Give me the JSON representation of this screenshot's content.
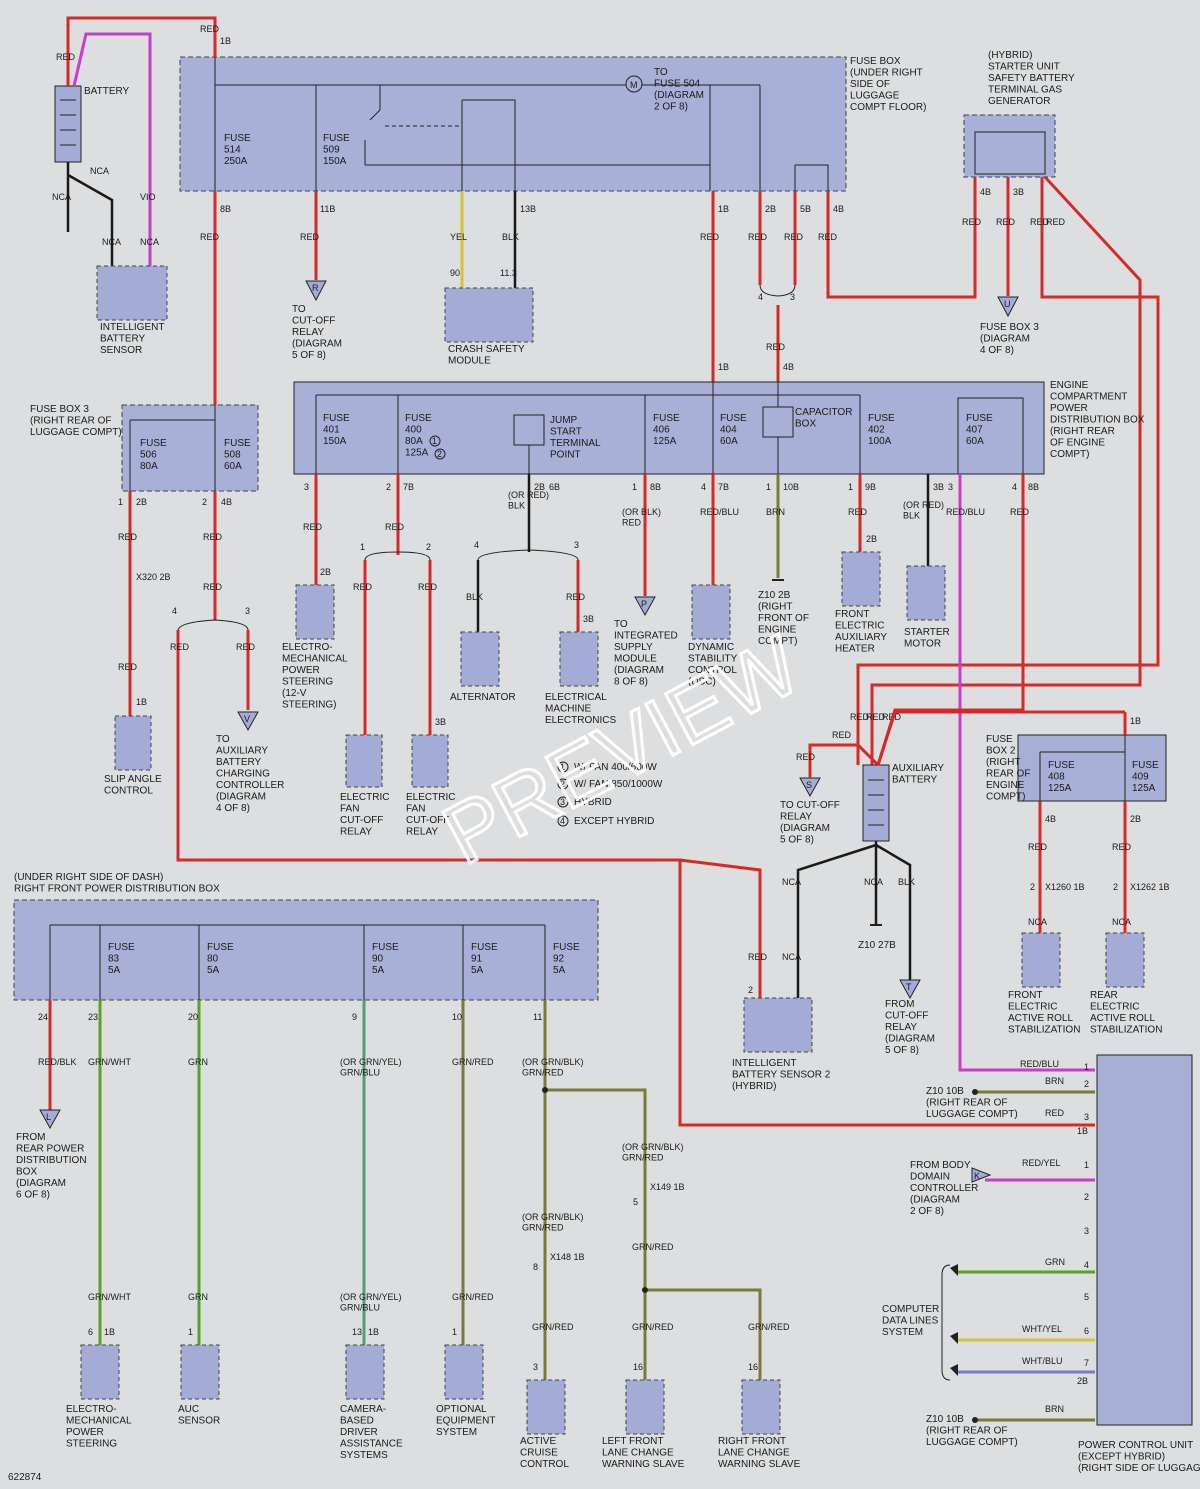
{
  "diagram_id": "622874",
  "watermark": "PREVIEW",
  "colors": {
    "red": "#d62a2a",
    "violet": "#c83ec8",
    "green": "#5aa02a",
    "olive": "#7a7a3a",
    "yellow": "#d4c43a",
    "black": "#1a1a1a",
    "box_fill": "#a4acd6",
    "panel_fill": "#a9b0d8"
  },
  "boxes": {
    "fusebox_main": "FUSE BOX\n(UNDER RIGHT\nSIDE OF\nLUGGAGE\nCOMPT FLOOR)",
    "battery": "BATTERY",
    "ibs": "INTELLIGENT\nBATTERY\nSENSOR",
    "starter_safety": "(HYBRID)\nSTARTER UNIT\nSAFETY BATTERY\nTERMINAL GAS\nGENERATOR",
    "crash": "CRASH SAFETY\nMODULE",
    "fusebox3": "FUSE BOX 3\n(RIGHT REAR OF\nLUGGAGE COMPT)",
    "ecpdb": "ENGINE\nCOMPARTMENT\nPOWER\nDISTRIBUTION BOX\n(RIGHT REAR\nOF ENGINE\nCOMPT)",
    "jump": "JUMP\nSTART\nTERMINAL\nPOINT",
    "capacitor": "CAPACITOR\nBOX",
    "slip": "SLIP ANGLE\nCONTROL",
    "aux_chg": "TO\nAUXILIARY\nBATTERY\nCHARGING\nCONTROLLER\n(DIAGRAM\n4 OF 8)",
    "eps12": "ELECTRO-\nMECHANICAL\nPOWER\nSTEERING\n(12-V\nSTEERING)",
    "fan1": "ELECTRIC\nFAN\nCUT-OFF\nRELAY",
    "fan2": "ELECTRIC\nFAN\nCUT-OFF\nRELAY",
    "alternator": "ALTERNATOR",
    "eme": "ELECTRICAL\nMACHINE\nELECTRONICS",
    "ism": "TO\nINTEGRATED\nSUPPLY\nMODULE\n(DIAGRAM\n8 OF 8)",
    "dsc": "DYNAMIC\nSTABILITY\nCONTROL\n(DSC)",
    "z10_2b": "Z10 2B\n(RIGHT\nFRONT OF\nENGINE\nCOMPT)",
    "heater": "FRONT\nELECTRIC\nAUXILIARY\nHEATER",
    "starter": "STARTER\nMOTOR",
    "fuse504": "TO\nFUSE 504\n(DIAGRAM\n2 OF 8)",
    "cutoff_r": "TO\nCUT-OFF\nRELAY\n(DIAGRAM\n5 OF 8)",
    "fusebox3_u": "FUSE BOX 3\n(DIAGRAM\n4 OF 8)",
    "aux_batt": "AUXILIARY\nBATTERY",
    "cutoff_s": "TO CUT-OFF\nRELAY\n(DIAGRAM\n5 OF 8)",
    "z10_27b": "Z10 27B",
    "from_cutoff": "FROM\nCUT-OFF\nRELAY\n(DIAGRAM\n5 OF 8)",
    "ibs2": "INTELLIGENT\nBATTERY SENSOR 2\n(HYBRID)",
    "fusebox2": "FUSE\nBOX 2\n(RIGHT\nREAR OF\nENGINE\nCOMPT)",
    "front_roll": "FRONT\nELECTRIC\nACTIVE ROLL\nSTABILIZATION",
    "rear_roll": "REAR\nELECTRIC\nACTIVE ROLL\nSTABILIZATION",
    "rfpdb": "(UNDER RIGHT SIDE OF DASH)\nRIGHT FRONT POWER DISTRIBUTION BOX",
    "from_rear_pdb": "FROM\nREAR POWER\nDISTRIBUTION\nBOX\n(DIAGRAM\n6 OF 8)",
    "eps": "ELECTRO-\nMECHANICAL\nPOWER\nSTEERING",
    "auc": "AUC\nSENSOR",
    "camera": "CAMERA-\nBASED\nDRIVER\nASSISTANCE\nSYSTEMS",
    "optional": "OPTIONAL\nEQUIPMENT\nSYSTEM",
    "acc": "ACTIVE\nCRUISE\nCONTROL",
    "lflc": "LEFT FRONT\nLANE CHANGE\nWARNING SLAVE",
    "rflc": "RIGHT FRONT\nLANE CHANGE\nWARNING SLAVE",
    "pcu": "POWER CONTROL UNIT\n(EXCEPT HYBRID)\n(RIGHT SIDE OF LUGGAGE COMPT)",
    "z10_10b_a": "Z10 10B\n(RIGHT REAR OF\nLUGGAGE COMPT)",
    "z10_10b_b": "Z10 10B\n(RIGHT REAR OF\nLUGGAGE COMPT)",
    "bdc": "FROM BODY\nDOMAIN\nCONTROLLER\n(DIAGRAM\n2 OF 8)",
    "cdl": "COMPUTER\nDATA LINES\nSYSTEM"
  },
  "fuses": {
    "f514": "FUSE\n514\n250A",
    "f509": "FUSE\n509\n150A",
    "f506": "FUSE\n506\n80A",
    "f508": "FUSE\n508\n60A",
    "f401": "FUSE\n401\n150A",
    "f400": "FUSE\n400\n80A\n125A",
    "f406": "FUSE\n406\n125A",
    "f404": "FUSE\n404\n60A",
    "f402": "FUSE\n402\n100A",
    "f407": "FUSE\n407\n60A",
    "f408": "FUSE\n408\n125A",
    "f409": "FUSE\n409\n125A",
    "f83": "FUSE\n83\n5A",
    "f80": "FUSE\n80\n5A",
    "f90": "FUSE\n90\n5A",
    "f91": "FUSE\n91\n5A",
    "f92": "FUSE\n92\n5A"
  },
  "legend": [
    "W/ FAN 400/600W",
    "W/ FAN 850/1000W",
    "HYBRID",
    "EXCEPT HYBRID"
  ],
  "wires": {
    "red": "RED",
    "vio": "VIO",
    "nca": "NCA",
    "yel": "YEL",
    "blk": "BLK",
    "brn": "BRN",
    "grn": "GRN",
    "or_red_blk": "(OR RED)\nBLK",
    "or_blk_red": "(OR BLK)\nRED",
    "red_blu": "RED/BLU",
    "red_blk": "RED/BLK",
    "grn_wht": "GRN/WHT",
    "grn_red": "GRN/RED",
    "or_grnyel_grnblu": "(OR GRN/YEL)\nGRN/BLU",
    "or_grnblk_grnred": "(OR GRN/BLK)\nGRN/RED",
    "red_yel": "RED/YEL",
    "wht_yel": "WHT/YEL",
    "wht_blu": "WHT/BLU"
  },
  "pins": {
    "p2": "2",
    "p3": "3",
    "p4": "4",
    "p5": "5",
    "p6": "6",
    "p7": "7",
    "p8": "8",
    "p9": "9",
    "p1": "1",
    "p10": "10",
    "p11": "11",
    "p13": "13",
    "p16": "16",
    "p20": "20",
    "p23": "23",
    "p24": "24",
    "p90": "90",
    "p113": "11.3",
    "w1b": "1B",
    "w2b": "2B",
    "w3b": "3B",
    "w4b": "4B",
    "w5b": "5B",
    "w6b": "6B",
    "w7b": "7B",
    "w8b": "8B",
    "w9b": "9B",
    "w10b": "10B",
    "w11b": "11B",
    "w13b": "13B",
    "x320": "X320 2B",
    "x1260": "X1260 1B",
    "x1262": "X1262 1B",
    "x149": "X149 1B",
    "x148": "X148 1B"
  },
  "markers": {
    "R": "R",
    "P": "P",
    "U": "U",
    "M": "M",
    "V": "V",
    "S": "S",
    "T": "T",
    "L": "L",
    "K": "K",
    "c1": "1",
    "c2": "2",
    "c3": "3",
    "c4": "4"
  }
}
